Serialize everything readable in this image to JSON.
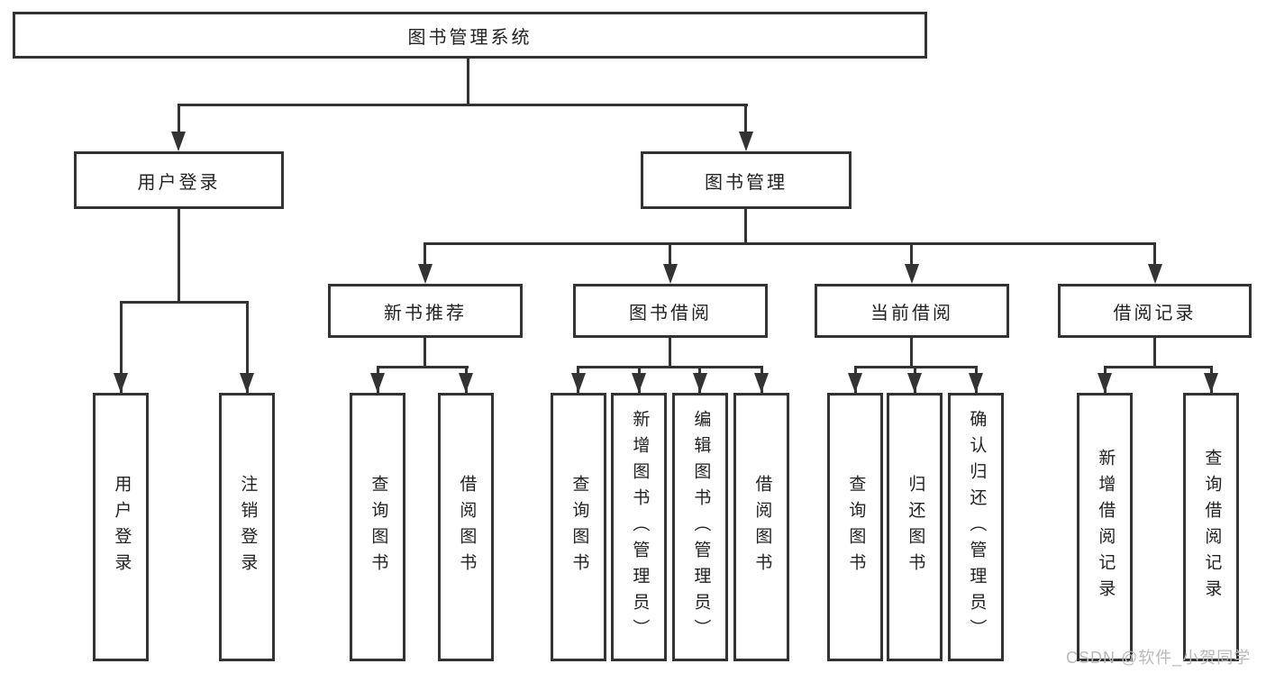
{
  "tree": {
    "label": "图书管理系统",
    "children": [
      {
        "label": "用户登录",
        "children": [
          {
            "label": "用户登录"
          },
          {
            "label": "注销登录"
          }
        ]
      },
      {
        "label": "图书管理",
        "children": [
          {
            "label": "新书推荐",
            "children": [
              {
                "label": "查询图书"
              },
              {
                "label": "借阅图书"
              }
            ]
          },
          {
            "label": "图书借阅",
            "children": [
              {
                "label": "查询图书"
              },
              {
                "label": "新增图书（管理员）"
              },
              {
                "label": "编辑图书（管理员）"
              },
              {
                "label": "借阅图书"
              }
            ]
          },
          {
            "label": "当前借阅",
            "children": [
              {
                "label": "查询图书"
              },
              {
                "label": "归还图书"
              },
              {
                "label": "确认归还（管理员）"
              }
            ]
          },
          {
            "label": "借阅记录",
            "children": [
              {
                "label": "新增借阅记录"
              },
              {
                "label": "查询借阅记录"
              }
            ]
          }
        ]
      }
    ]
  },
  "watermark": {
    "text": "CSDN @软件_小贺同学"
  },
  "colors": {
    "line": "#333333",
    "box_fill": "#ffffff",
    "text": "#222222",
    "watermark": "#b9b9b9",
    "background": "#ffffff"
  }
}
